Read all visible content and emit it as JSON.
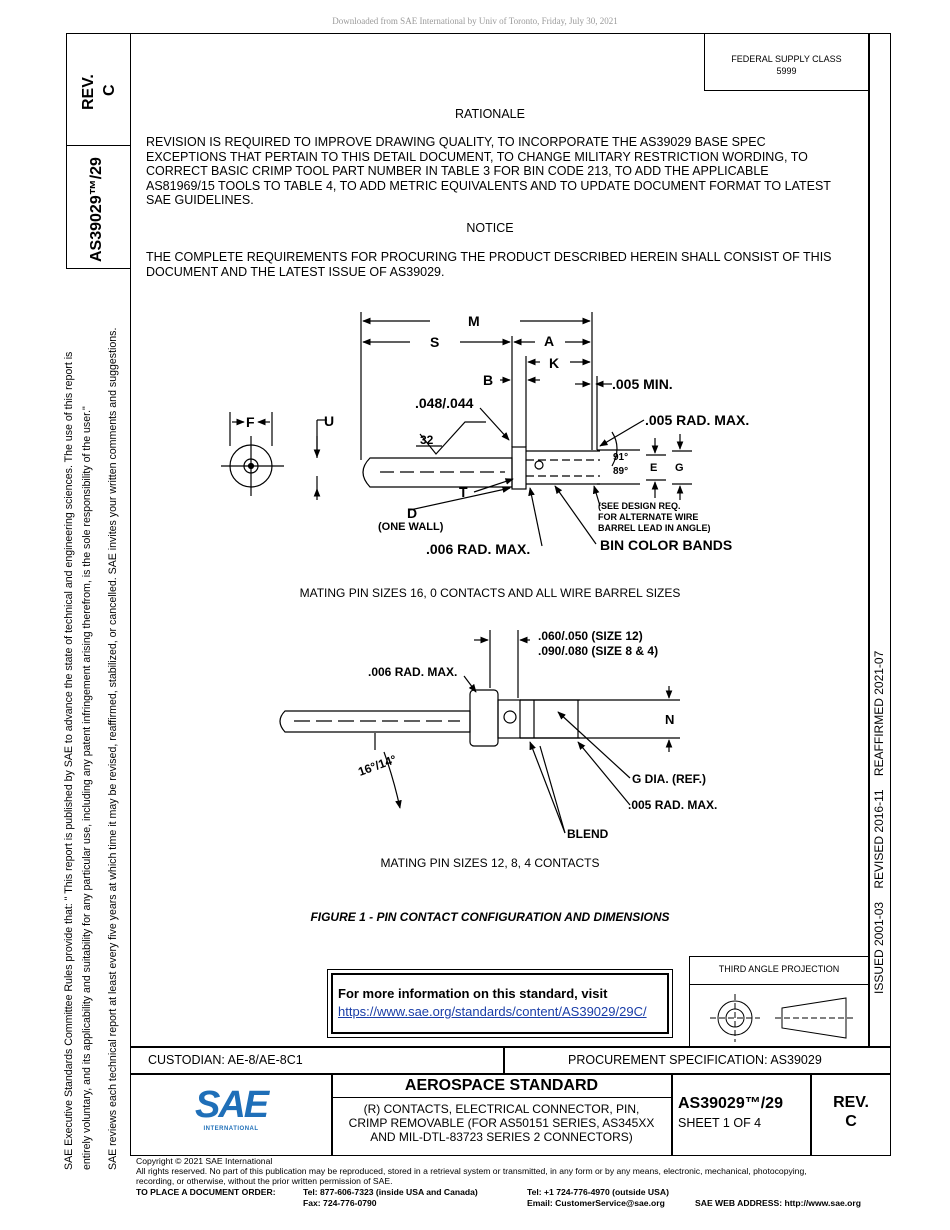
{
  "download_note": "Downloaded from SAE International by Univ of Toronto, Friday, July 30, 2021",
  "sidebar": {
    "rev_label": "REV.",
    "rev_value": "C",
    "doc_number": "AS39029™/29",
    "policy_line1": "SAE Executive Standards Committee Rules provide that: \"  This report is published by SAE to advance the state of technical and engineering sciences. The use of this report is",
    "policy_line2": "entirely voluntary, and its applicability and suitability for any particular use, including any patent infringement arising therefrom, is the sole responsibility of the user.\"",
    "policy_line3": "SAE reviews each technical report at least every five years at which time it may be revised, reaffirmed, stabilized, or cancelled. SAE invites your written comments and suggestions."
  },
  "history": "ISSUED 2001-03    REVISED 2016-11    REAFFIRMED 2021-07",
  "supply_class": {
    "label": "FEDERAL SUPPLY CLASS",
    "value": "5999"
  },
  "rationale": {
    "heading": "RATIONALE",
    "lines": [
      "REVISION IS REQUIRED TO IMPROVE DRAWING QUALITY, TO INCORPORATE THE AS39029 BASE SPEC",
      "EXCEPTIONS THAT PERTAIN TO THIS DETAIL DOCUMENT, TO CHANGE MILITARY RESTRICTION WORDING, TO",
      "CORRECT BASIC CRIMP TOOL PART NUMBER IN TABLE 3 FOR BIN CODE 213, TO ADD THE APPLICABLE",
      "AS81969/15 TOOLS TO TABLE 4, TO ADD METRIC EQUIVALENTS AND TO UPDATE DOCUMENT FORMAT TO LATEST",
      "SAE GUIDELINES."
    ]
  },
  "notice": {
    "heading": "NOTICE",
    "lines": [
      "THE COMPLETE REQUIREMENTS FOR PROCURING THE PRODUCT DESCRIBED HEREIN SHALL CONSIST OF THIS",
      "DOCUMENT AND THE LATEST ISSUE OF AS39029."
    ]
  },
  "drawing1": {
    "labels": {
      "m": "M",
      "s": "S",
      "a": "A",
      "k": "K",
      "b": "B",
      "min005": ".005 MIN.",
      "dim048": ".048/.044",
      "rad005": ".005 RAD. MAX.",
      "f": "F",
      "u": "U",
      "n32": "32",
      "deg91": "91°",
      "deg89": "89°",
      "e": "E",
      "g": "G",
      "t": "T",
      "d": "D",
      "one_wall": "(ONE WALL)",
      "rad006": ".006 RAD. MAX.",
      "bin": "BIN COLOR BANDS",
      "see1": "(SEE DESIGN REQ.",
      "see2": "FOR ALTERNATE WIRE",
      "see3": "BARREL LEAD IN ANGLE)"
    },
    "caption": "MATING PIN SIZES 16, 0 CONTACTS AND ALL WIRE BARREL SIZES"
  },
  "drawing2": {
    "labels": {
      "dim060": ".060/.050 (SIZE 12)",
      "dim090": ".090/.080 (SIZE 8 & 4)",
      "rad006": ".006 RAD. MAX.",
      "n": "N",
      "angle": "16°/14°",
      "gdia": "G DIA. (REF.)",
      "rad005": ".005 RAD. MAX.",
      "blend": "BLEND"
    },
    "caption": "MATING PIN SIZES 12, 8, 4 CONTACTS"
  },
  "figure_caption": "FIGURE 1 - PIN CONTACT CONFIGURATION AND DIMENSIONS",
  "info_box": {
    "text": "For more information on this standard, visit",
    "url": "https://www.sae.org/standards/content/AS39029/29C/"
  },
  "projection": {
    "label": "THIRD ANGLE PROJECTION"
  },
  "title_block": {
    "custodian": "CUSTODIAN: AE-8/AE-8C1",
    "procurement": "PROCUREMENT SPECIFICATION: AS39029",
    "logo_text": "SAE",
    "logo_sub": "INTERNATIONAL",
    "standard_type": "AEROSPACE STANDARD",
    "title_lines": [
      "(R) CONTACTS, ELECTRICAL CONNECTOR, PIN,",
      "CRIMP REMOVABLE (FOR AS50151 SERIES, AS345XX",
      "AND MIL-DTL-83723 SERIES 2 CONNECTORS)"
    ],
    "doc_number": "AS39029™/29",
    "sheet": "SHEET 1 OF 4",
    "rev_label": "REV.",
    "rev_value": "C",
    "brand_color": "#1f6fb8"
  },
  "footer": {
    "copyright": "Copyright © 2021 SAE International",
    "rights_1": "All rights reserved. No part of this publication may be reproduced, stored in a retrieval system or transmitted, in any form or by any means, electronic, mechanical, photocopying,",
    "rights_2": "recording, or otherwise, without the prior written permission of SAE.",
    "order_label": "TO PLACE A DOCUMENT ORDER:",
    "tel_usa": "Tel: 877-606-7323 (inside USA and Canada)",
    "fax": "Fax: 724-776-0790",
    "tel_out": "Tel: +1 724-776-4970 (outside USA)",
    "email": "Email: CustomerService@sae.org",
    "web": "SAE WEB ADDRESS: http://www.sae.org"
  }
}
